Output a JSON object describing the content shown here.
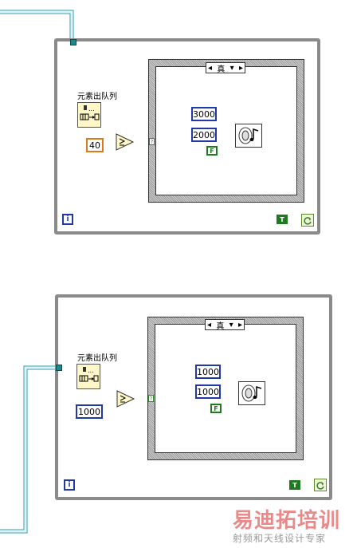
{
  "diagrams": [
    {
      "dequeue_label": "元素出队列",
      "timeout_constant": "40",
      "case_selector": "真",
      "frequency_constant": "3000",
      "duration_constant": "2000",
      "bool_constant": "F",
      "stop_constant": "T",
      "iteration_label": "i"
    },
    {
      "dequeue_label": "元素出队列",
      "timeout_constant": "1000",
      "case_selector": "真",
      "frequency_constant": "1000",
      "duration_constant": "1000",
      "bool_constant": "F",
      "stop_constant": "T",
      "iteration_label": "i"
    }
  ],
  "watermark": {
    "brand": "易迪拓培训",
    "subtitle": "射频和天线设计专家"
  },
  "colors": {
    "queue_wire": "#2a9ab0",
    "numeric_wire": "#2038a8",
    "orange_wire": "#e07a18",
    "bool_wire": "#1f7a1f",
    "watermark_red": "#e88a8a"
  },
  "icons": [
    "dequeue-icon",
    "greater-or-equal-icon",
    "beep-icon",
    "stop-icon",
    "case-selector-arrows"
  ]
}
